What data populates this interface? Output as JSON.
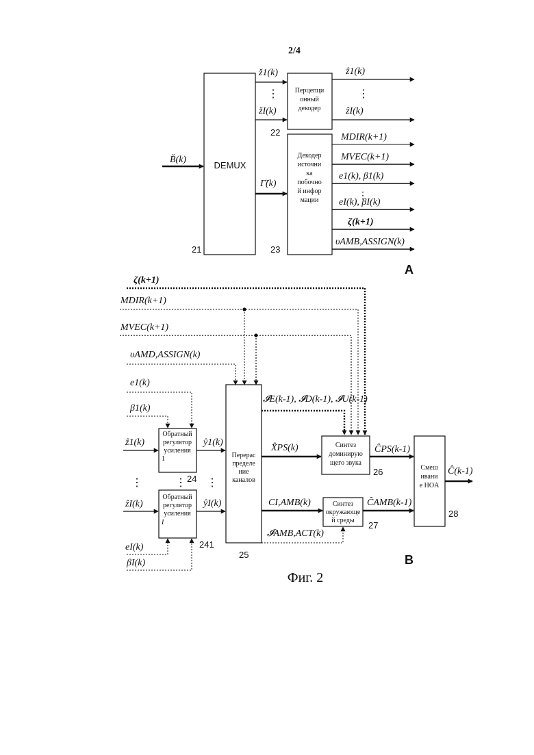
{
  "page": {
    "header": "2/4",
    "caption": "Фиг. 2"
  },
  "diagram_a": {
    "panel_label": "A",
    "input_label": "B̆(k)",
    "blocks": {
      "demux": {
        "text": "DEMUX",
        "number": "21"
      },
      "perceptual_decoder": {
        "lines": [
          "Перцепци",
          "онный",
          "декодер"
        ],
        "number": "22"
      },
      "side_info_decoder": {
        "lines": [
          "Декодер",
          "источни",
          "ка",
          "побочно",
          "й инфор",
          "мации"
        ],
        "number": "23"
      }
    },
    "signals": {
      "z1_in": "ž1(k)",
      "zI_in": "žI(k)",
      "gamma": "Γ̆(k)",
      "z1_out": "ẑ1(k)",
      "zI_out": "ẑI(k)",
      "m_dir": "MDIR(k+1)",
      "m_vec": "MVEC(k+1)",
      "e1_beta1": "e1(k), β1(k)",
      "eI_betaI": "eI(k), βI(k)",
      "zeta": "ζ(k+1)",
      "v_amb": "υAMB,ASSIGN(k)",
      "dots": "⋮"
    }
  },
  "diagram_b": {
    "panel_label": "B",
    "inputs": {
      "zeta": "ζ(k+1)",
      "m_dir": "MDIR(k+1)",
      "m_vec": "MVEC(k+1)",
      "v_amd": "υAMD,ASSIGN(k)",
      "e1": "e1(k)",
      "beta1": "β1(k)",
      "z1": "ẑ1(k)",
      "zI": "ẑI(k)",
      "eI": "eI(k)",
      "betaI": "βI(k)"
    },
    "blocks": {
      "inv_gain_1": {
        "lines": [
          "Обратный",
          "регулятор",
          "усиления",
          "1"
        ],
        "number": "24"
      },
      "inv_gain_I": {
        "lines": [
          "Обратный",
          "регулятор",
          "усиления",
          "I"
        ],
        "number": "241"
      },
      "redistribution": {
        "lines": [
          "Перерас",
          "пределе",
          "ние",
          "каналов"
        ],
        "number": "25"
      },
      "predominant_synth": {
        "lines": [
          "Синтез",
          "доминирую",
          "щего звука"
        ],
        "number": "26"
      },
      "ambient_synth": {
        "lines": [
          "Синтез",
          "окружающе",
          "й среды"
        ],
        "number": "27"
      },
      "hoa_mixing": {
        "lines": [
          "Смеш",
          "ивани",
          "е HOA"
        ],
        "number": "28"
      }
    },
    "signals": {
      "y1": "ŷ1(k)",
      "yI": "ŷI(k)",
      "sets": "𝓘E(k-1), 𝓘D(k-1), 𝓘U(k-1)",
      "x_ps": "X̂PS(k)",
      "c_i_amb": "CI,AMB(k)",
      "i_amb_act": "𝓘AMB,ACT(k)",
      "c_ps": "ĈPS(k-1)",
      "c_amb": "ĈAMB(k-1)",
      "c_out": "Ĉ(k-1)",
      "dots": "⋮"
    }
  }
}
